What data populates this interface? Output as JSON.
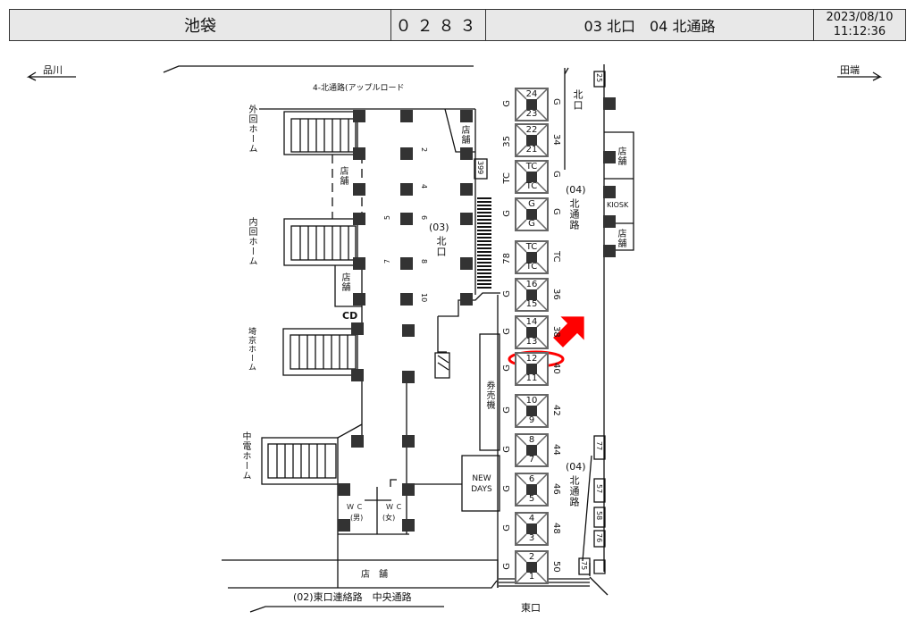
{
  "header": {
    "station": "池袋",
    "code": "０２８３",
    "exits": "03 北口　04 北通路",
    "date": "2023/08/10",
    "time": "11:12:36"
  },
  "directions": {
    "left": "品川",
    "right": "田端"
  },
  "labels": {
    "apple_road": "4-北通路(アップルロード",
    "outer_platform": "外回ホーム",
    "inner_platform": "内回ホーム",
    "saikyo_platform": "埼京ホーム",
    "chuden_platform": "中電ホーム",
    "shop": "店舗",
    "cd": "CD",
    "north_exit_03": "(03)",
    "north_exit": "北口",
    "north_passage_04": "(04)",
    "north_passage": "北通路",
    "ticket_machine": "券売機",
    "newdays": "NEW DAYS",
    "kiosk": "KIOSK",
    "wc": "Ｗ Ｃ",
    "wc_men": "(男)",
    "wc_women": "(女)",
    "east_link": "(02)東口連絡路　中央通路",
    "east_exit": "東口",
    "bottom_shop": "店　舗",
    "north_exit_arrow": "北口"
  },
  "numbers": {
    "n2": "2",
    "n4": "4",
    "n5": "5",
    "n6": "6",
    "n7": "7",
    "n8": "8",
    "n10": "10",
    "n399": "399",
    "n25": "25",
    "n77": "77",
    "n57": "57",
    "n58": "58",
    "n76": "76",
    "n75": "75"
  },
  "gates": [
    {
      "top": "24",
      "bottom": "23",
      "left": "G",
      "right": "G"
    },
    {
      "top": "22",
      "bottom": "21",
      "left": "35",
      "right": "34"
    },
    {
      "top": "TC",
      "bottom": "TC",
      "left": "TC",
      "right": "G"
    },
    {
      "top": "G",
      "bottom": "G",
      "left": "G",
      "right": "G"
    },
    {
      "top": "TC",
      "bottom": "TC",
      "left": "78",
      "right": "TC"
    },
    {
      "top": "16",
      "bottom": "15",
      "left": "G",
      "right": "36"
    },
    {
      "top": "14",
      "bottom": "13",
      "left": "G",
      "right": "38"
    },
    {
      "top": "12",
      "bottom": "11",
      "left": "G",
      "right": "40",
      "highlighted": true
    },
    {
      "top": "10",
      "bottom": "9",
      "left": "G",
      "right": "42"
    },
    {
      "top": "8",
      "bottom": "7",
      "left": "G",
      "right": "44"
    },
    {
      "top": "6",
      "bottom": "5",
      "left": "G",
      "right": "46"
    },
    {
      "top": "4",
      "bottom": "3",
      "left": "G",
      "right": "48"
    },
    {
      "top": "2",
      "bottom": "1",
      "left": "G",
      "right": "50"
    }
  ],
  "colors": {
    "highlight": "#ff0000",
    "pillar": "#333333"
  }
}
